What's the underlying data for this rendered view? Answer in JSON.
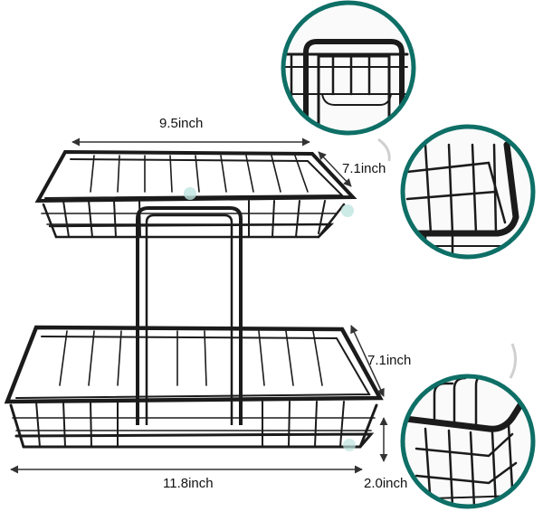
{
  "dimensions": {
    "top_width": "9.5inch",
    "top_depth": "7.1inch",
    "bottom_depth": "7.1inch",
    "bottom_width": "11.8inch",
    "height": "2.0inch"
  },
  "colors": {
    "wire": "#1b1b1b",
    "zoom_ring": "#0e6f66",
    "arrow": "#333333"
  }
}
